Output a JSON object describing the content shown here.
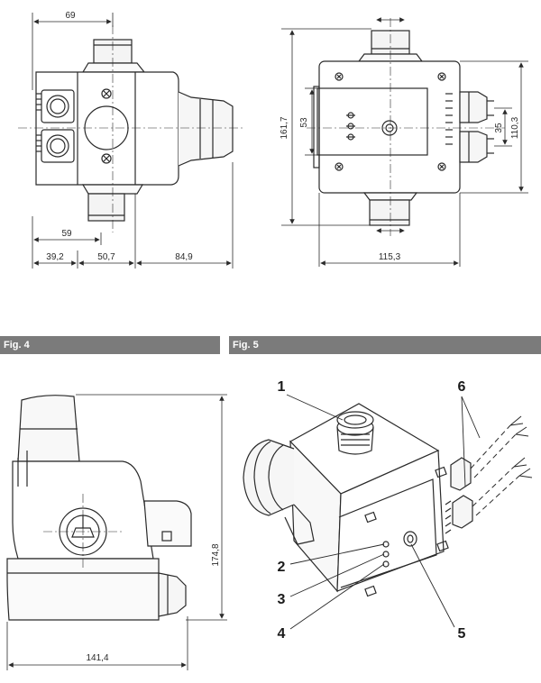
{
  "figures": {
    "fig4_label": "Fig. 4",
    "fig5_label": "Fig. 5"
  },
  "dimensions": {
    "front_width_top": "69",
    "front_inner": "59",
    "front_seg_a": "39,2",
    "front_seg_b": "50,7",
    "front_seg_c": "84,9",
    "back_height": "161,7",
    "back_inner_height": "53",
    "back_right_outer": "110,3",
    "back_right_inner": "35",
    "back_width": "115,3",
    "side_height": "174,8",
    "side_width": "141,4"
  },
  "callouts": {
    "c1": "1",
    "c2": "2",
    "c3": "3",
    "c4": "4",
    "c5": "5",
    "c6": "6"
  },
  "colors": {
    "line": "#2a2a2a",
    "figbar": "#7b7b7b"
  }
}
